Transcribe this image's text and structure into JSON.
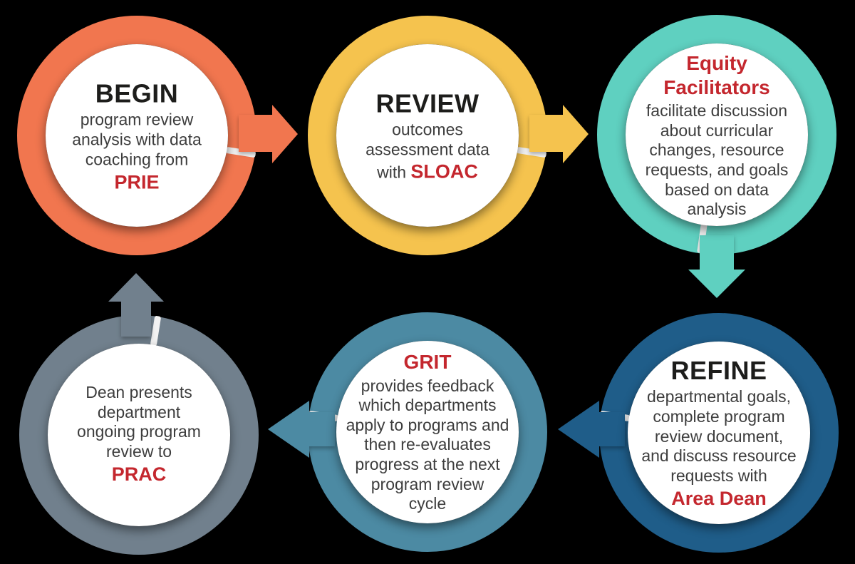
{
  "diagram": {
    "description": "Program review cycle diagram with six ring nodes connected by arrows"
  },
  "colors": {
    "background": "#000000",
    "accent_red": "#C4272E",
    "heading_text": "#1D1D1B",
    "body_text": "#3D3D3D",
    "inner_circle": "#FFFFFF",
    "ring_gap": "#F2F2F2"
  },
  "nodes": [
    {
      "name": "begin",
      "ring_color": "#F1764F",
      "label": "BEGIN",
      "body": "program review\nanalysis with data\ncoaching from",
      "em": "PRIE"
    },
    {
      "name": "review",
      "ring_color": "#F5C34E",
      "label": "REVIEW",
      "body": "outcomes\nassessment data\nwith",
      "em": "SLOAC"
    },
    {
      "name": "equity-facilitators",
      "ring_color": "#5FD0C0",
      "em_label": "Equity\nFacilitators",
      "body": "facilitate discussion\nabout curricular\nchanges, resource\nrequests, and goals\nbased on data\nanalysis"
    },
    {
      "name": "refine",
      "ring_color": "#1F5D89",
      "label": "REFINE",
      "body": "departmental goals,\ncomplete program\nreview document,\nand discuss resource\nrequests with",
      "em": "Area Dean"
    },
    {
      "name": "grit",
      "ring_color": "#4C8AA3",
      "em_label": "GRIT",
      "body": "provides feedback\nwhich departments\napply to programs and\nthen re-evaluates\nprogress at the next\nprogram review\ncycle"
    },
    {
      "name": "prac",
      "ring_color": "#71808D",
      "body": "Dean presents\ndepartment\nongoing program\nreview to",
      "em": "PRAC"
    }
  ],
  "arrows": [
    {
      "name": "arrow-begin-to-review",
      "direction": "right",
      "color": "#F1764F"
    },
    {
      "name": "arrow-review-to-equity",
      "direction": "right",
      "color": "#F5C34E"
    },
    {
      "name": "arrow-equity-to-refine",
      "direction": "down",
      "color": "#5FD0C0"
    },
    {
      "name": "arrow-refine-to-grit",
      "direction": "left",
      "color": "#1F5D89"
    },
    {
      "name": "arrow-grit-to-prac",
      "direction": "left",
      "color": "#4C8AA3"
    },
    {
      "name": "arrow-prac-to-begin",
      "direction": "up",
      "color": "#71808D"
    }
  ]
}
